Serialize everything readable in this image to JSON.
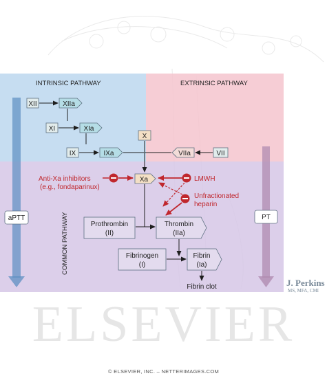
{
  "background": {
    "intrinsic_color": "#bcd7ef",
    "extrinsic_color": "#f5c4ce",
    "common_color": "#d6c7e6"
  },
  "labels": {
    "intrinsic": "INTRINSIC PATHWAY",
    "extrinsic": "EXTRINSIC PATHWAY",
    "common": "COMMON PATHWAY",
    "aptt": "aPTT",
    "pt": "PT"
  },
  "factors": {
    "xii": "XII",
    "xiia": "XIIa",
    "xi": "XI",
    "xia": "XIa",
    "ix": "IX",
    "ixa": "IXa",
    "x": "X",
    "viia": "VIIa",
    "vii": "VII",
    "xa": "Xa",
    "prothrombin": "Prothrombin",
    "prothrombin_num": "(II)",
    "thrombin": "Thrombin",
    "thrombin_num": "(IIa)",
    "fibrinogen": "Fibrinogen",
    "fibrinogen_num": "(I)",
    "fibrin": "Fibrin",
    "fibrin_num": "(Ia)",
    "fibrin_clot": "Fibrin clot"
  },
  "drugs": {
    "anti_xa_line1": "Anti-Xa inhibitors",
    "anti_xa_line2": "(e.g., fondaparinux)",
    "lmwh": "LMWH",
    "unfractionated_line1": "Unfractionated",
    "unfractionated_line2": "heparin",
    "inhibit_symbol": "−"
  },
  "colors": {
    "factor_fill": "#e2ecec",
    "active_fill": "#b5dde6",
    "box_stroke": "#5c6f80",
    "xa_fill": "#f3dfc5",
    "common_box_fill": "#e3dbee",
    "inhibit_red": "#c0272d",
    "arrow_dark": "#1e1e1e",
    "bar_blue": "#5d8fc2",
    "bar_pink": "#b08bb0"
  },
  "footer": {
    "watermark": "ELSEVIER",
    "copyright": "© ELSEVIER, INC. – NETTERIMAGES.COM",
    "signature": "J. Perkins",
    "signature_credentials": "MS, MFA, CMI"
  }
}
